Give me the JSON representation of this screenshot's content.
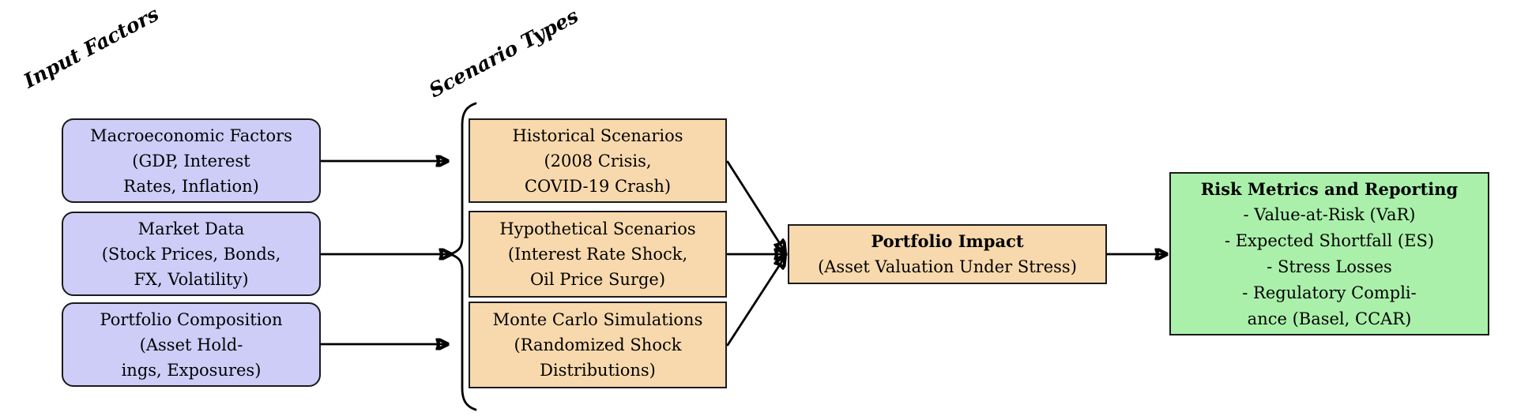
{
  "diagram": {
    "labels": {
      "input_factors": "Input Factors",
      "scenario_types": "Scenario Types"
    },
    "input_boxes": [
      {
        "lines": [
          "Macroeconomic Factors",
          "(GDP, Interest",
          "Rates, Inflation)"
        ]
      },
      {
        "lines": [
          "Market Data",
          "(Stock Prices, Bonds,",
          "FX, Volatility)"
        ]
      },
      {
        "lines": [
          "Portfolio Composition",
          "(Asset Hold-",
          "ings, Exposures)"
        ]
      }
    ],
    "scenario_boxes": [
      {
        "lines": [
          "Historical Scenarios",
          "(2008 Crisis,",
          "COVID-19 Crash)"
        ]
      },
      {
        "lines": [
          "Hypothetical Scenarios",
          "(Interest Rate Shock,",
          "Oil Price Surge)"
        ]
      },
      {
        "lines": [
          "Monte Carlo Simulations",
          "(Randomized Shock",
          "Distributions)"
        ]
      }
    ],
    "impact_box": {
      "title": "Portfolio Impact",
      "subtitle": "(Asset Valuation Under Stress)"
    },
    "risk_box": {
      "title": "Risk Metrics and Reporting",
      "items": [
        "- Value-at-Risk (VaR)",
        "- Expected Shortfall (ES)",
        "- Stress Losses",
        "- Regulatory Compli-",
        "ance (Basel, CCAR)"
      ]
    },
    "colors": {
      "input_fill": "#cdcdf8",
      "scenario_fill": "#f8d9ad",
      "risk_fill": "#aaf0aa",
      "arrow": "#000000"
    }
  }
}
